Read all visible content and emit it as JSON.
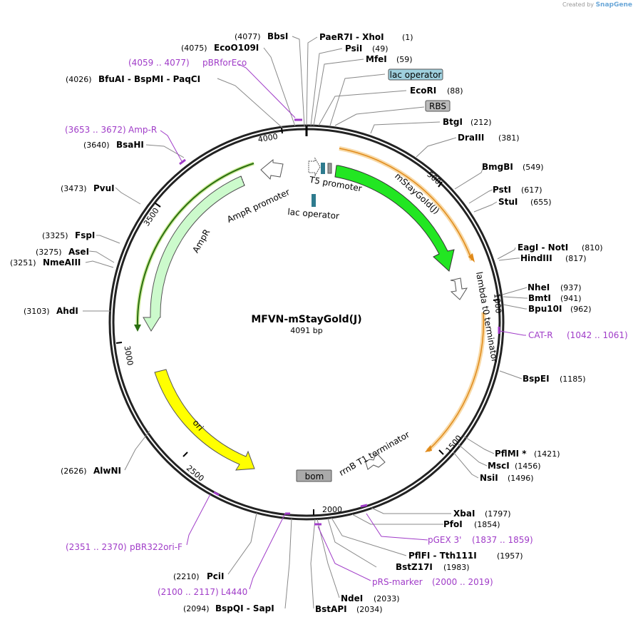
{
  "credit": {
    "created_by": "Created by",
    "brand": "SnapGene"
  },
  "plasmid": {
    "name": "MFVN-mStayGold(J)",
    "length": "4091 bp"
  },
  "ticks": [
    "500",
    "1000",
    "1500",
    "2000",
    "2500",
    "3000",
    "3500",
    "4000"
  ],
  "colors": {
    "primer": "#a03cc8",
    "mstaygold": "#22e622",
    "ampr": "#ccfacc",
    "ori": "#ffff00",
    "orange": "#f5a623"
  },
  "sites": [
    {
      "pos": "(1)",
      "name": "PaeR7I - XhoI"
    },
    {
      "pos": "(49)",
      "name": "PsiI"
    },
    {
      "pos": "(59)",
      "name": "MfeI"
    },
    {
      "pos": "(88)",
      "name": "EcoRI"
    },
    {
      "pos": "(212)",
      "name": "BtgI"
    },
    {
      "pos": "(381)",
      "name": "DraIII"
    },
    {
      "pos": "(549)",
      "name": "BmgBI"
    },
    {
      "pos": "(617)",
      "name": "PstI"
    },
    {
      "pos": "(655)",
      "name": "StuI"
    },
    {
      "pos": "(810)",
      "name": "EagI - NotI"
    },
    {
      "pos": "(817)",
      "name": "HindIII"
    },
    {
      "pos": "(937)",
      "name": "NheI"
    },
    {
      "pos": "(941)",
      "name": "BmtI"
    },
    {
      "pos": "(962)",
      "name": "Bpu10I"
    },
    {
      "pos": "(1185)",
      "name": "BspEI"
    },
    {
      "pos": "(1421)",
      "name": "PflMI *"
    },
    {
      "pos": "(1456)",
      "name": "MscI"
    },
    {
      "pos": "(1496)",
      "name": "NsiI"
    },
    {
      "pos": "(1797)",
      "name": "XbaI"
    },
    {
      "pos": "(1854)",
      "name": "PfoI"
    },
    {
      "pos": "(1957)",
      "name": "PflFI - Tth111I"
    },
    {
      "pos": "(1983)",
      "name": "BstZ17I"
    },
    {
      "pos": "(2033)",
      "name": "NdeI"
    },
    {
      "pos": "(2034)",
      "name": "BstAPI"
    },
    {
      "pos": "(2094)",
      "name": "BspQI - SapI"
    },
    {
      "pos": "(2210)",
      "name": "PciI"
    },
    {
      "pos": "(2626)",
      "name": "AlwNI"
    },
    {
      "pos": "(3103)",
      "name": "AhdI"
    },
    {
      "pos": "(3251)",
      "name": "NmeAIII"
    },
    {
      "pos": "(3275)",
      "name": "AseI"
    },
    {
      "pos": "(3325)",
      "name": "FspI"
    },
    {
      "pos": "(3473)",
      "name": "PvuI"
    },
    {
      "pos": "(3640)",
      "name": "BsaHI"
    },
    {
      "pos": "(4026)",
      "name": "BfuAI - BspMI - PaqCI"
    },
    {
      "pos": "(4075)",
      "name": "EcoO109I"
    },
    {
      "pos": "(4077)",
      "name": "BbsI"
    }
  ],
  "primers": [
    {
      "name": "pBRforEco",
      "range": "(4059 .. 4077)"
    },
    {
      "name": "Amp-R",
      "range": "(3653 .. 3672)"
    },
    {
      "name": "CAT-R",
      "range": "(1042 .. 1061)"
    },
    {
      "name": "pGEX 3'",
      "range": "(1837 .. 1859)"
    },
    {
      "name": "pRS-marker",
      "range": "(2000 .. 2019)"
    },
    {
      "name": "pBR322ori-F",
      "range": "(2351 .. 2370)"
    },
    {
      "name": "L4440",
      "range": "(2100 .. 2117)"
    }
  ],
  "features": {
    "lac_operator_box": "lac operator",
    "rbs_box": "RBS",
    "t5_promoter": "T5 promoter",
    "lac_operator": "lac operator",
    "mstaygold": "mStayGold(J)",
    "lambda_terminator": "lambda t0 terminator",
    "ampr_promoter": "AmpR promoter",
    "ampr": "AmpR",
    "ori": "ori",
    "rrnb": "rrnB T1 terminator",
    "bom": "bom"
  }
}
